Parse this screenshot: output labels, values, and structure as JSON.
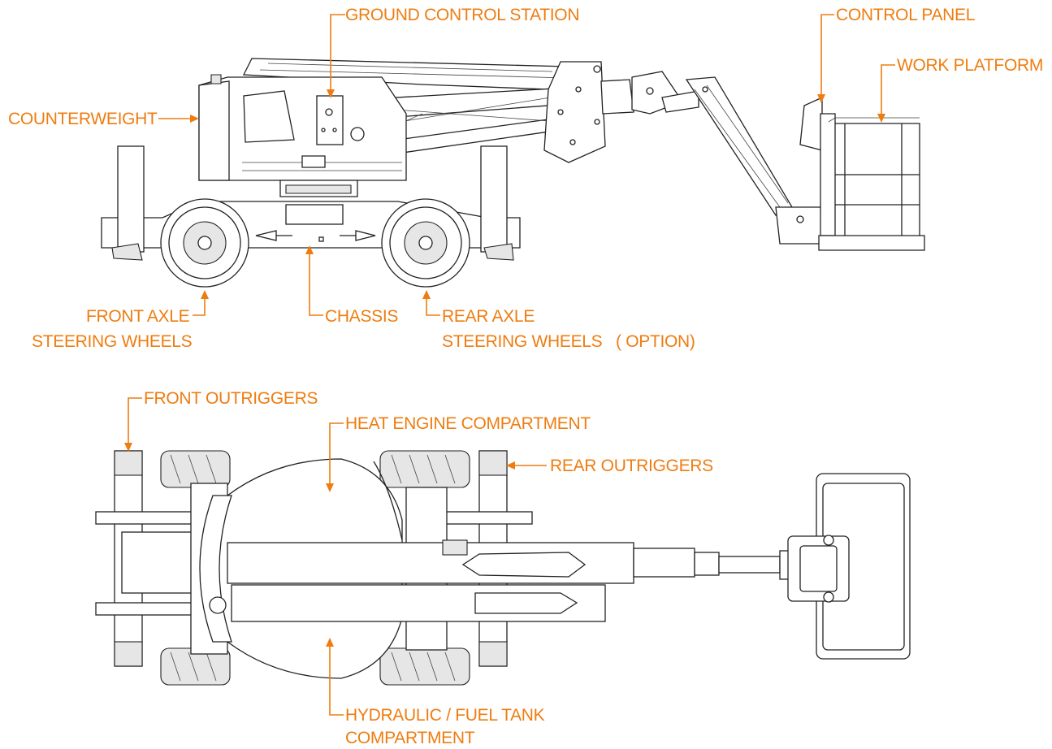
{
  "accent_color": "#ee7d11",
  "labels": {
    "ground_control_station": "GROUND CONTROL STATION",
    "control_panel": "CONTROL PANEL",
    "work_platform": "WORK PLATFORM",
    "counterweight": "COUNTERWEIGHT",
    "front_axle_line1": "FRONT AXLE",
    "front_axle_line2": "STEERING WHEELS",
    "chassis": "CHASSIS",
    "rear_axle_line1": "REAR AXLE",
    "rear_axle_line2": "STEERING WHEELS   ( OPTION)",
    "front_outriggers": "FRONT OUTRIGGERS",
    "heat_engine_compartment": "HEAT ENGINE COMPARTMENT",
    "rear_outriggers": "REAR OUTRIGGERS",
    "hydraulic_line1": "HYDRAULIC / FUEL TANK",
    "hydraulic_line2": "COMPARTMENT"
  }
}
